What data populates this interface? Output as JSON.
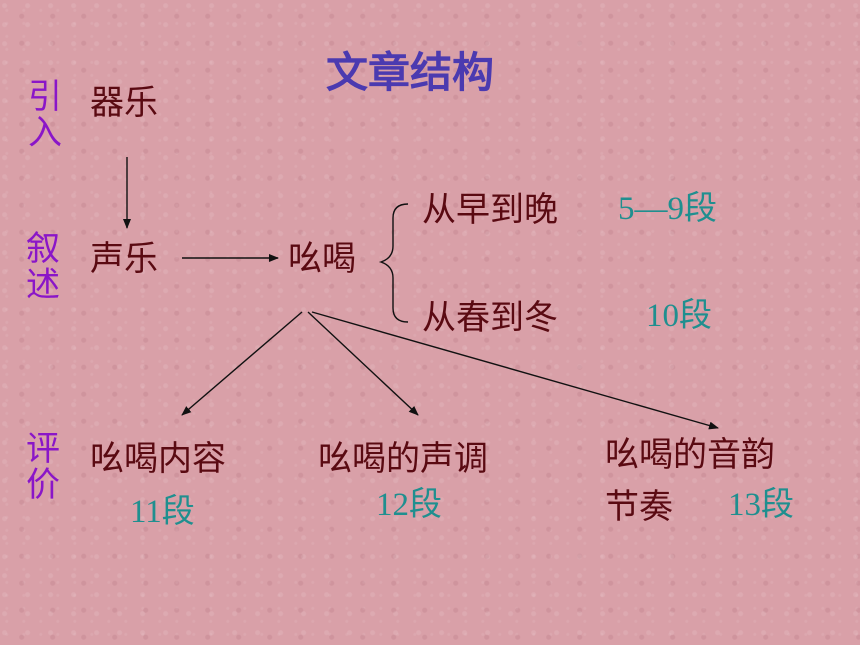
{
  "title": "文章结构",
  "side_labels": {
    "intro_line1": "引",
    "intro_line2": "入",
    "narrate_line1": "叙",
    "narrate_line2": "述",
    "evaluate_line1": "评",
    "evaluate_line2": "价"
  },
  "nodes": {
    "instrumental": "器乐",
    "vocal": "声乐",
    "cries": "吆喝",
    "morning_to_night": "从早到晚",
    "spring_to_winter": "从春到冬",
    "cry_content": "吆喝内容",
    "cry_tone": "吆喝的声调",
    "cry_rhythm_line1": "吆喝的音韵",
    "cry_rhythm_line2": "节奏"
  },
  "paragraphs": {
    "morning_to_night": "5—9段",
    "spring_to_winter": "10段",
    "cry_content": "11段",
    "cry_tone": "12段",
    "cry_rhythm": "13段"
  },
  "colors": {
    "title": "#4b3ab0",
    "side_label": "#8a16c8",
    "node_text": "#5a0a12",
    "paragraph_ref": "#1f8f8f",
    "background": "#d9a0a8"
  }
}
